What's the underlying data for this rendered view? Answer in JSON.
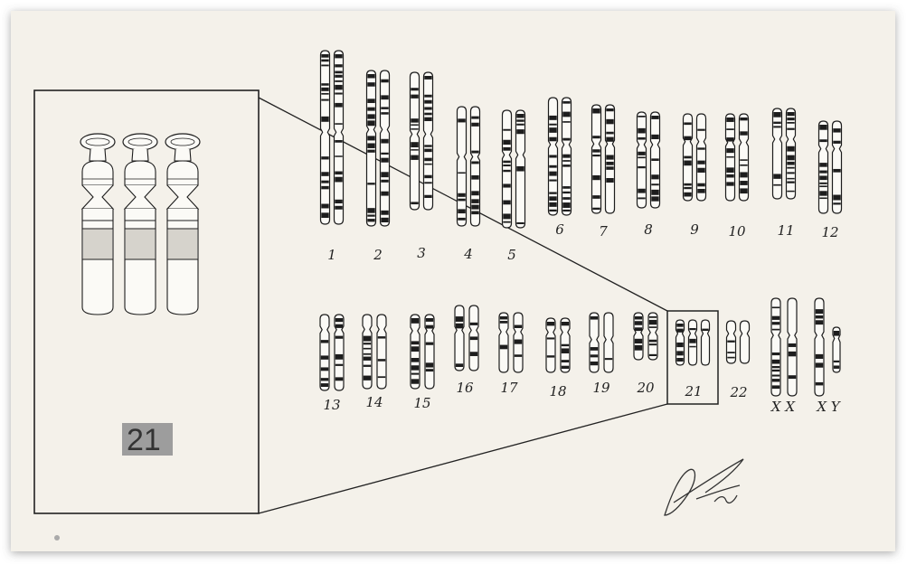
{
  "figure": {
    "inset_label": "21"
  },
  "karyotype": {
    "row1": [
      {
        "label": "1"
      },
      {
        "label": "2"
      },
      {
        "label": "3"
      },
      {
        "label": "4"
      },
      {
        "label": "5"
      },
      {
        "label": "6"
      },
      {
        "label": "7"
      },
      {
        "label": "8"
      },
      {
        "label": "9"
      },
      {
        "label": "10"
      },
      {
        "label": "11"
      },
      {
        "label": "12"
      }
    ],
    "row2": [
      {
        "label": "13"
      },
      {
        "label": "14"
      },
      {
        "label": "15"
      },
      {
        "label": "16"
      },
      {
        "label": "17"
      },
      {
        "label": "18"
      },
      {
        "label": "19"
      },
      {
        "label": "20"
      },
      {
        "label": "21"
      },
      {
        "label": "22"
      },
      {
        "label": "X X"
      },
      {
        "label": "X Y"
      }
    ]
  },
  "colors": {
    "paper": "#f4f1ea",
    "ink": "#1d1d1d",
    "label_bg": "#9d9d9d"
  }
}
